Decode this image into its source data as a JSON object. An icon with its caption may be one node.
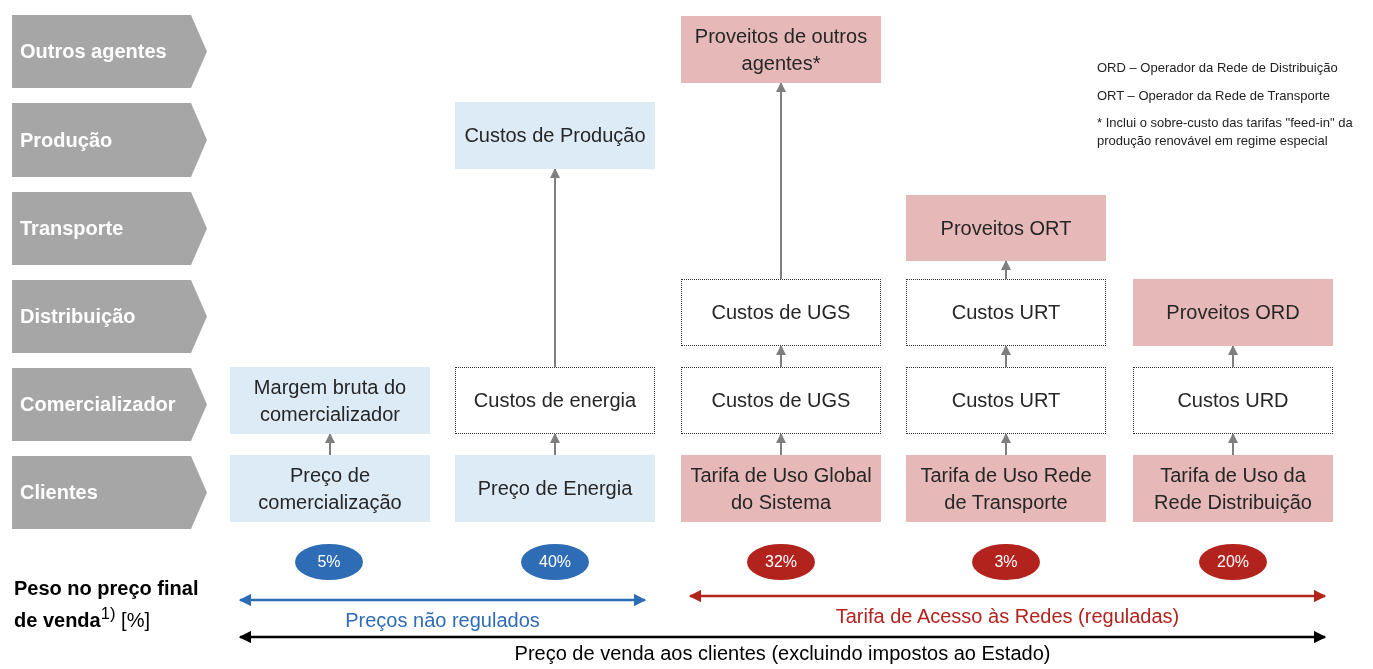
{
  "diagram": {
    "nodes": [
      {
        "text": [
          "Outros agentes"
        ]
      },
      {
        "text": [
          "Produção"
        ]
      },
      {
        "text": [
          "Transporte"
        ]
      },
      {
        "text": [
          "Distribuição"
        ]
      },
      {
        "text": [
          "Comercializador"
        ]
      },
      {
        "text": [
          "Clientes"
        ]
      },
      {
        "text": [
          "Margem bruta do comercializador"
        ]
      },
      {
        "text": [
          "Preço de comercialização"
        ]
      },
      {
        "text": [
          "Custos de Produção"
        ]
      },
      {
        "text": [
          "Custos de energia"
        ]
      },
      {
        "text": [
          "Preço de Energia"
        ]
      },
      {
        "text": [
          "Proveitos de outros agentes*"
        ]
      },
      {
        "text": [
          "Custos de UGS"
        ]
      },
      {
        "text": [
          "Custos de UGS"
        ]
      },
      {
        "text": [
          "Tarifa de Uso Global do Sistema"
        ]
      },
      {
        "text": [
          "Proveitos ORT"
        ]
      },
      {
        "text": [
          "Custos URT"
        ]
      },
      {
        "text": [
          "Custos URT"
        ]
      },
      {
        "text": [
          "Tarifa de Uso Rede de Transporte"
        ]
      },
      {
        "text": [
          "Proveitos ORD"
        ]
      },
      {
        "text": [
          "Custos URD"
        ]
      },
      {
        "text": [
          "Tarifa de Uso da Rede Distribuição"
        ]
      },
      {
        "text": [
          "5%"
        ]
      },
      {
        "text": [
          "40%"
        ]
      },
      {
        "text": [
          "32%"
        ]
      },
      {
        "text": [
          "3%"
        ]
      },
      {
        "text": [
          "20%"
        ]
      }
    ],
    "edges": [
      {
        "from": 7,
        "to": 6,
        "arrow": "to"
      },
      {
        "from": 10,
        "to": 9,
        "arrow": "to"
      },
      {
        "from": 9,
        "to": 8,
        "arrow": "to"
      },
      {
        "from": 14,
        "to": 13,
        "arrow": "to"
      },
      {
        "from": 13,
        "to": 12,
        "arrow": "to"
      },
      {
        "from": 12,
        "to": 11,
        "arrow": "to"
      },
      {
        "from": 18,
        "to": 17,
        "arrow": "to"
      },
      {
        "from": 17,
        "to": 16,
        "arrow": "to"
      },
      {
        "from": 16,
        "to": 15,
        "arrow": "to"
      },
      {
        "from": 21,
        "to": 20,
        "arrow": "to"
      },
      {
        "from": 20,
        "to": 19,
        "arrow": "to"
      }
    ],
    "labels": [
      "ORD – Operador da Rede de Distribuição",
      "ORT – Operador da Rede de Transporte",
      "* Inclui o sobre-custo das tarifas \"feed-in\" da produção renovável em regime especial",
      "**Peso no preço final de venda**$^{1)}$ [%]",
      "Preços não regulados",
      "Tarifa de Acesso às Redes (reguladas)",
      "Preço de venda aos clientes (excluindo impostos ao Estado)"
    ]
  }
}
